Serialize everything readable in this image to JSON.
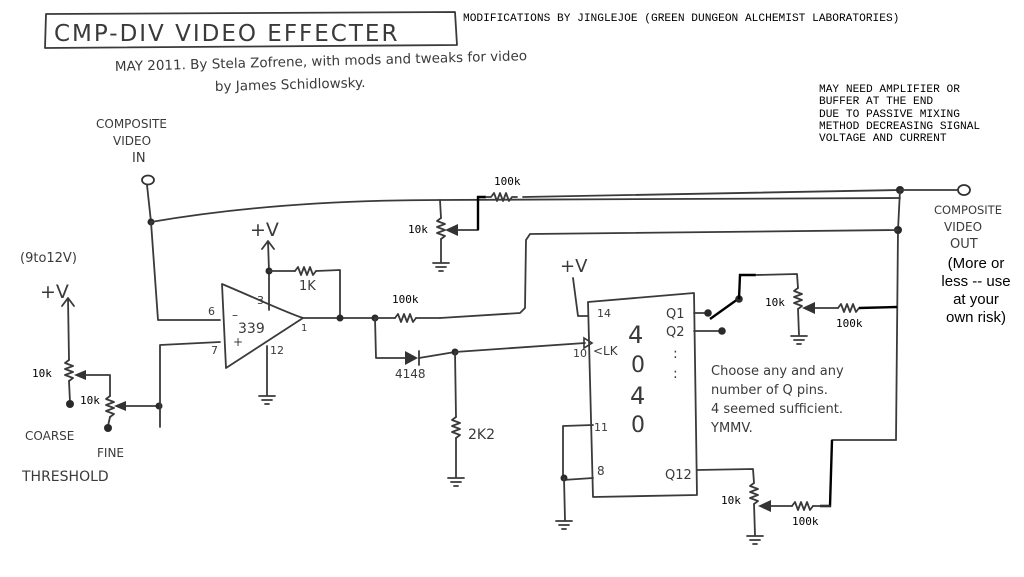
{
  "title": "CMP-DIV VIDEO EFFECTER",
  "byline_line1": "MAY 2011. By Stela Zofrene, with mods and tweaks for video",
  "byline_line2": "by James Schidlowsky.",
  "modifications_note": "MODIFICATIONS BY JINGLEJOE (GREEN DUNGEON ALCHEMIST LABORATORIES)",
  "amplifier_note": [
    "MAY NEED AMPLIFIER OR",
    "BUFFER AT THE END",
    "DUE TO PASSIVE MIXING",
    "METHOD DECREASING SIGNAL",
    "VOLTAGE AND CURRENT"
  ],
  "input": {
    "label_lines": [
      "COMPOSITE",
      "VIDEO",
      "IN"
    ]
  },
  "output": {
    "label_lines": [
      "COMPOSITE",
      "VIDEO",
      "OUT"
    ],
    "warning_lines": [
      "(More or",
      "less -- use",
      "at your",
      "own risk)"
    ]
  },
  "power": {
    "supply_range": "(9to12V)",
    "plus_v": "+V"
  },
  "threshold": {
    "coarse_label": "COARSE",
    "fine_label": "FINE",
    "threshold_label": "THRESHOLD",
    "coarse_pot": "10k",
    "fine_pot": "10k"
  },
  "comparator": {
    "part": "339",
    "pin_inv": "6",
    "pin_noninv": "7",
    "pin_vcc": "3",
    "pin_gnd": "12",
    "pin_out": "1",
    "minus": "–",
    "plus": "+",
    "pullup": "1K"
  },
  "components": {
    "input_pot": "10k",
    "input_mix_res": "100k",
    "comp_mix_res": "100k",
    "diode": "4148",
    "pulldown": "2K2",
    "q1_pot": "10k",
    "q1_res": "100k",
    "q12_pot": "10k",
    "q12_res": "100k"
  },
  "counter": {
    "part_digits": [
      "4",
      "0",
      "4",
      "0"
    ],
    "pin_vdd": "14",
    "pin_clk": "10",
    "clk_label": "<LK",
    "pin_reset": "11",
    "pin_gnd": "8",
    "q1": "Q1",
    "q2": "Q2",
    "q12": "Q12",
    "ellipsis": ":"
  },
  "q_note_lines": [
    "Choose any and any",
    "number of Q pins.",
    "4 seemed sufficient.",
    "YMMV."
  ]
}
